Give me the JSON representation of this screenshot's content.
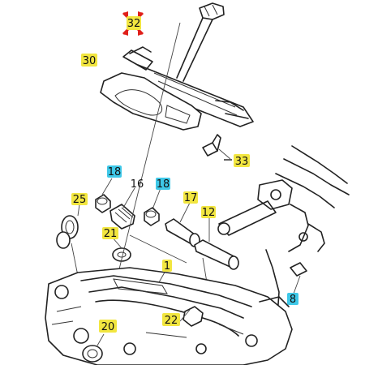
{
  "diagram": {
    "callouts": [
      {
        "id": "c32",
        "label": "32",
        "highlight": "#f2e640",
        "marker": "red-cross"
      },
      {
        "id": "c30",
        "label": "30",
        "highlight": "#f2e640"
      },
      {
        "id": "c33",
        "label": "33",
        "highlight": "#f2e640",
        "prefix_dash": true
      },
      {
        "id": "c18a",
        "label": "18",
        "highlight": "#3fc8e8"
      },
      {
        "id": "c16",
        "label": "16",
        "highlight": ""
      },
      {
        "id": "c18b",
        "label": "18",
        "highlight": "#3fc8e8"
      },
      {
        "id": "c17",
        "label": "17",
        "highlight": "#f2e640"
      },
      {
        "id": "c25",
        "label": "25",
        "highlight": "#f2e640"
      },
      {
        "id": "c12",
        "label": "12",
        "highlight": "#f2e640"
      },
      {
        "id": "c21",
        "label": "21",
        "highlight": "#f2e640"
      },
      {
        "id": "c1",
        "label": "1",
        "highlight": "#f2e640"
      },
      {
        "id": "c8",
        "label": "8",
        "highlight": "#3fc8e8"
      },
      {
        "id": "c20",
        "label": "20",
        "highlight": "#f2e640"
      },
      {
        "id": "c22",
        "label": "22",
        "highlight": "#f2e640"
      }
    ],
    "colors": {
      "line": "#222222",
      "background": "#ffffff",
      "marker_red": "#e0201a"
    }
  }
}
